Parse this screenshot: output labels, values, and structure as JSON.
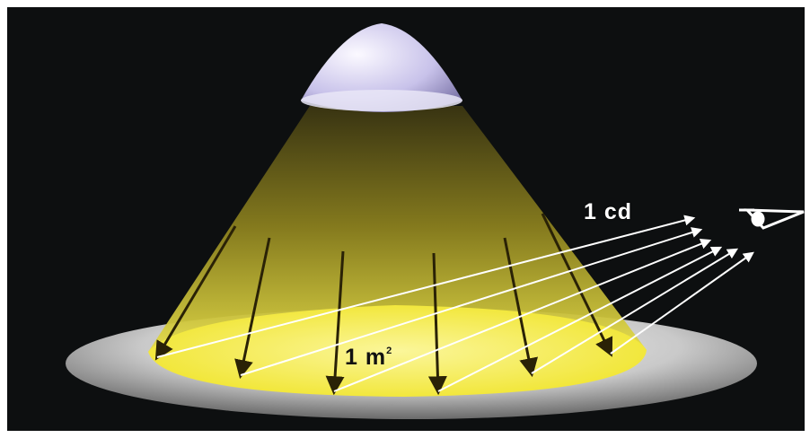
{
  "labels": {
    "intensity": "1 cd",
    "area_base": "1 m",
    "area_exponent": "2"
  },
  "colors": {
    "background": "#0d0f10",
    "frame": "#ffffff",
    "cone_top": "#3f3a12",
    "cone_bottom": "#f3e94a",
    "lit_area": "#f4ec38",
    "disc_light": "#f0f0f0",
    "disc_dark": "#6e6e6e",
    "lamp_light": "#f4f0ff",
    "lamp_dark": "#8a83b8",
    "ray": "#2a2206",
    "sight_line": "#ffffff"
  },
  "icons": [
    "lamp-icon",
    "eye-icon"
  ]
}
